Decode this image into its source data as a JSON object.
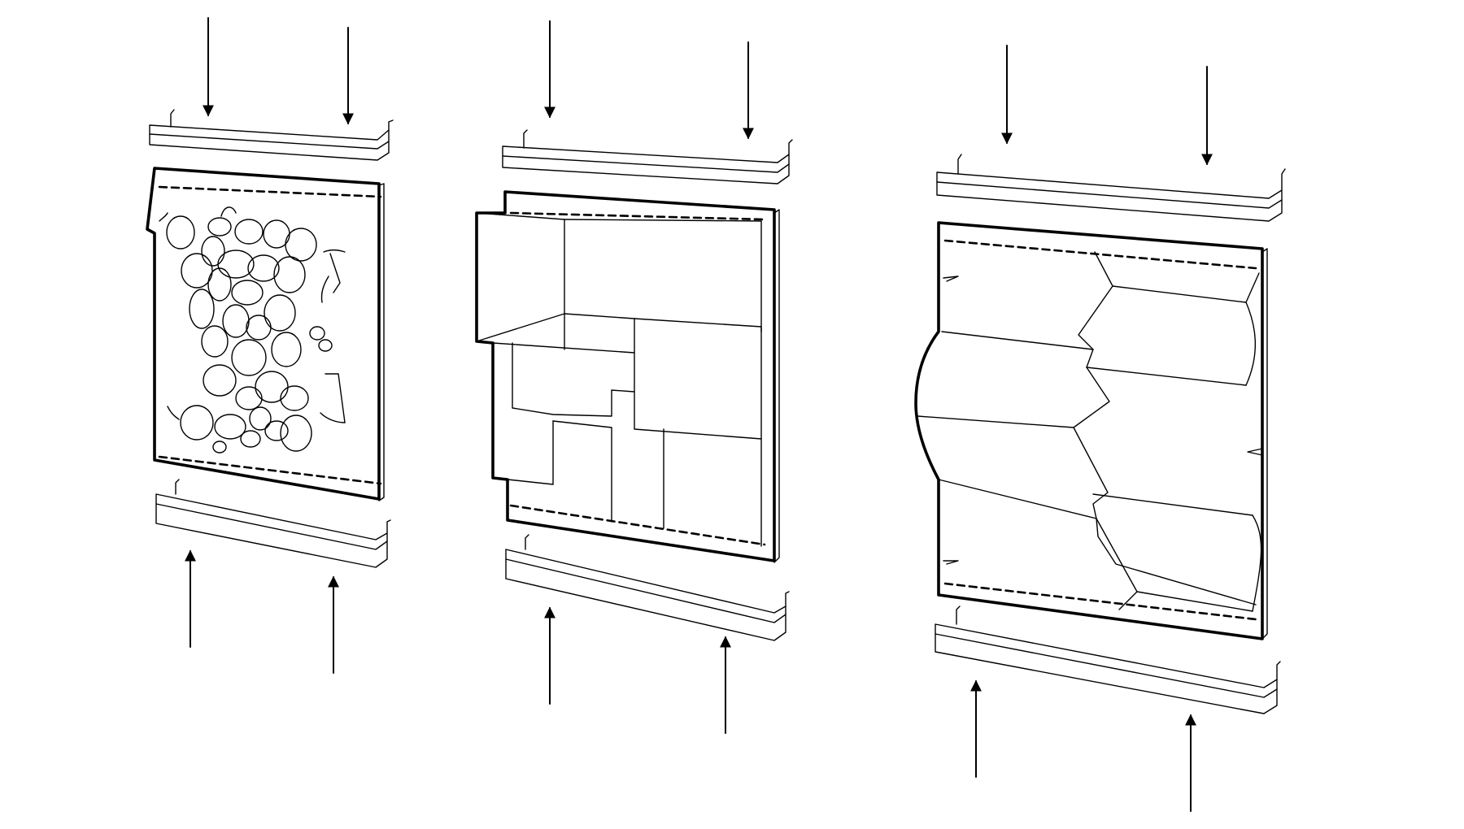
{
  "figure": {
    "kind": "exploded assembly line drawing",
    "panels": [
      {
        "id": "panel-1",
        "pattern": "pebbles"
      },
      {
        "id": "panel-2",
        "pattern": "rectangular-blocks"
      },
      {
        "id": "panel-3",
        "pattern": "curved-chevron-folds"
      }
    ],
    "parts_per_panel": [
      "top-rail",
      "panel",
      "bottom-rail"
    ],
    "arrows_per_panel": {
      "down": 2,
      "up": 2
    },
    "colors": {
      "line": "#000000",
      "background": "#ffffff"
    }
  }
}
